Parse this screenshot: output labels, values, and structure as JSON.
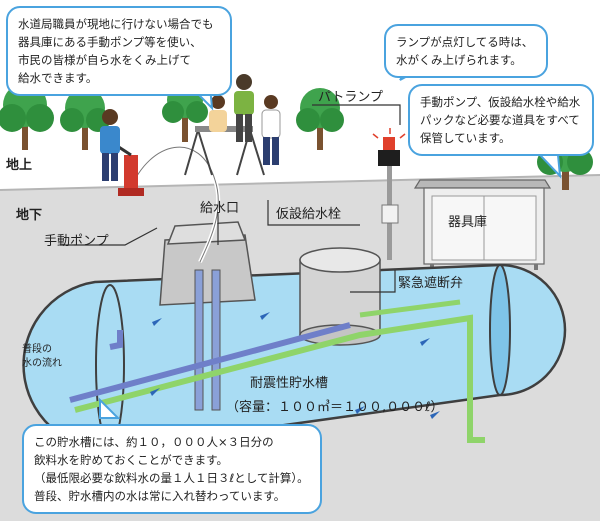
{
  "bubbles": {
    "top_left": [
      "水道局職員が現地に行けない場合でも",
      "器具庫にある手動ポンプ等を使い、",
      "市民の皆様が自ら水をくみ上げて",
      "給水できます。"
    ],
    "top_right": [
      "ランプが点灯してる時は、",
      "水がくみ上げられます。"
    ],
    "right": [
      "手動ポンプ、仮設給水栓や給水",
      "パックなど必要な道具をすべて",
      "保管しています。"
    ],
    "bottom": [
      "この貯水槽には、約１０，０００人×３日分の",
      "飲料水を貯めておくことができます。",
      "（最低限必要な飲料水の量１人１日３ℓとして計算）。",
      "普段、貯水槽内の水は常に入れ替わっています。"
    ]
  },
  "labels": {
    "ground_above": "地上",
    "ground_below": "地下",
    "hand_pump": "手動ポンプ",
    "water_inlet": "給水口",
    "temp_faucet": "仮設給水栓",
    "patolamp": "パトランプ",
    "storage": "器具庫",
    "emergency_valve": "緊急遮断弁",
    "normal_flow": [
      "普段の",
      "水の流れ"
    ],
    "tank_name": "耐震性貯水槽",
    "tank_capacity": "（容量：１００㎥＝１００,０００ℓ）"
  },
  "colors": {
    "tank_water": "#a9dcf3",
    "bubble_border": "#4aa3df",
    "ground": "#d9d9d9",
    "lamp": "#e0402c",
    "pipe_green": "#8fd46a",
    "pipe_blue": "#6f7fc9"
  }
}
